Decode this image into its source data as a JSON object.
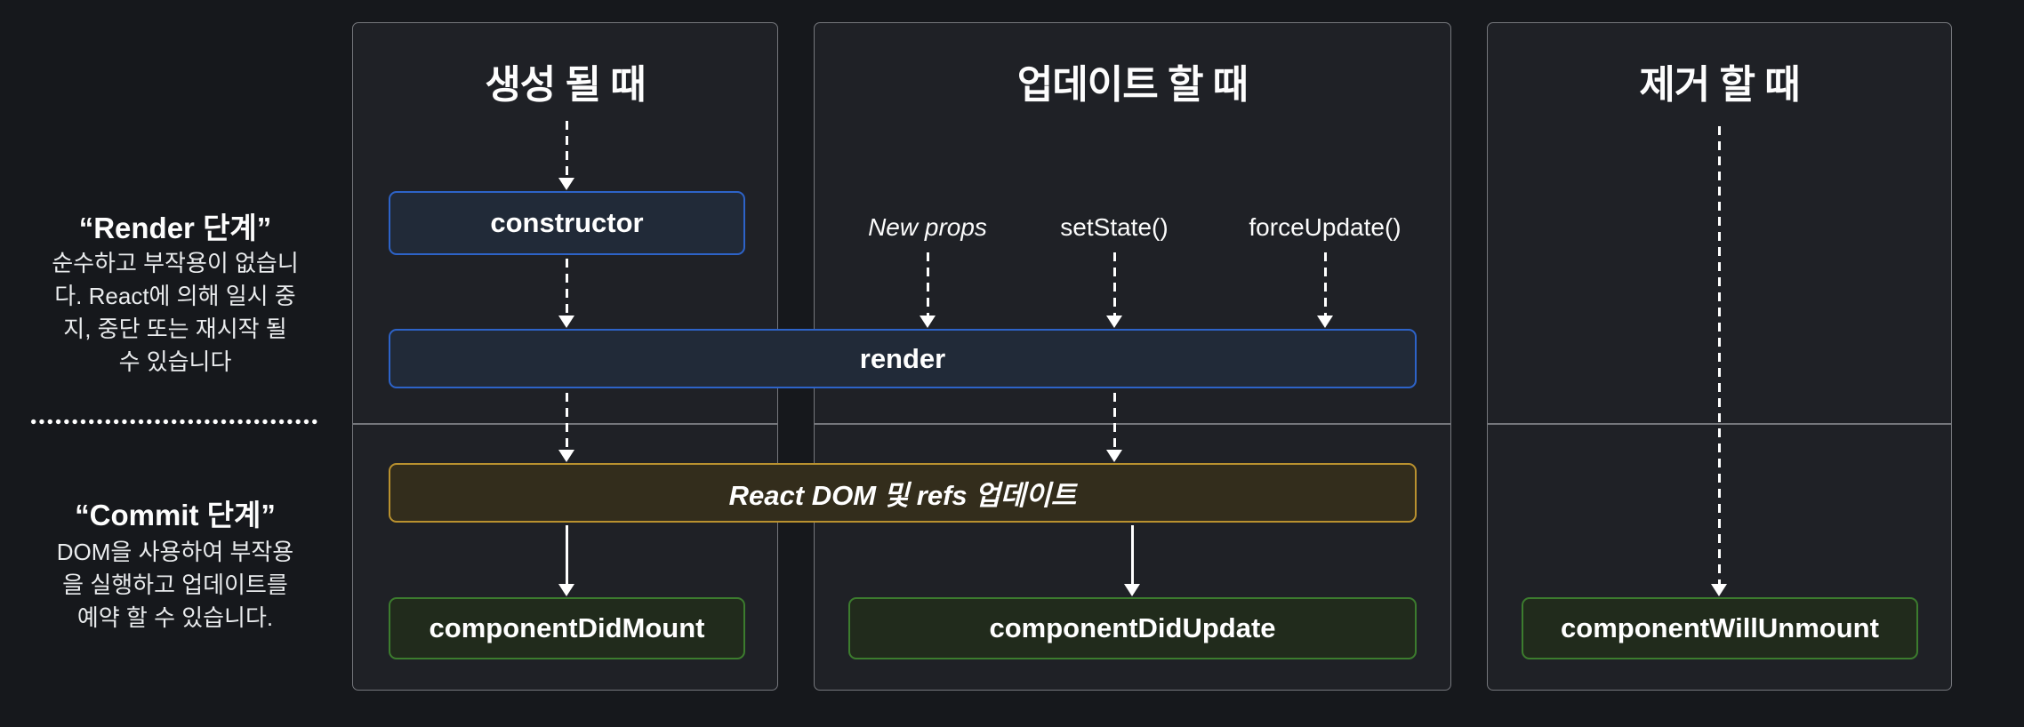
{
  "diagram": {
    "sidebar": {
      "render_phase": {
        "title": "“Render 단계”",
        "description": "순수하고 부작용이 없습니\n다. React에 의해 일시 중\n지, 중단 또는 재시작 될\n수 있습니다"
      },
      "commit_phase": {
        "title": "“Commit 단계”",
        "description": "DOM을 사용하여 부작용\n을 실행하고 업데이트를\n예약 할 수 있습니다."
      }
    },
    "columns": {
      "mount": {
        "title": "생성 될 때"
      },
      "update": {
        "title": "업데이트 할 때",
        "triggers": [
          "New props",
          "setState()",
          "forceUpdate()"
        ]
      },
      "unmount": {
        "title": "제거 할 때"
      }
    },
    "nodes": {
      "constructor": "constructor",
      "render": "render",
      "react_dom_update": "React DOM 및 refs 업데이트",
      "component_did_mount": "componentDidMount",
      "component_did_update": "componentDidUpdate",
      "component_will_unmount": "componentWillUnmount"
    },
    "colors": {
      "background": "#16181c",
      "panel_background": "#1f2126",
      "panel_border": "#75777c",
      "render_box_border": "#2d63c8",
      "render_box_fill": "#212a38",
      "effect_box_border": "#b9912f",
      "effect_box_fill": "#332d1c",
      "lifecycle_box_border": "#3c7c2e",
      "lifecycle_box_fill": "#212b1c",
      "arrow": "#ffffff"
    }
  }
}
